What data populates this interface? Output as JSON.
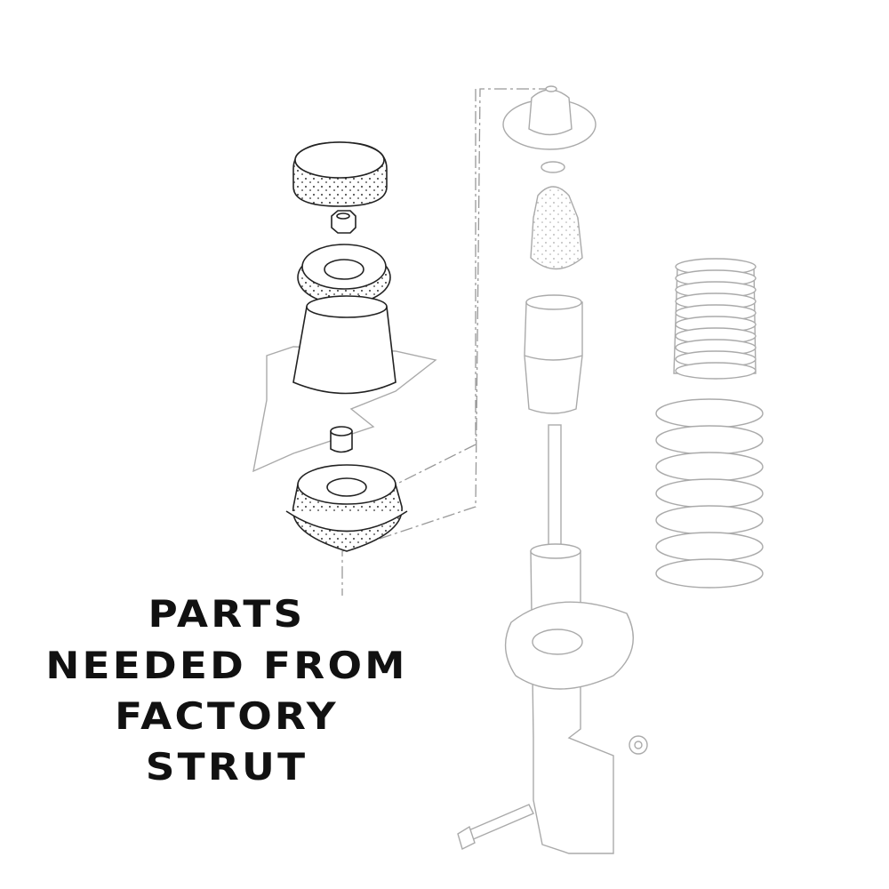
{
  "caption": {
    "lines": [
      "PARTS",
      "NEEDED FROM",
      "FACTORY",
      "STRUT"
    ]
  },
  "colors": {
    "highlighted_parts": "#222222",
    "other_parts": "#aaaaaa",
    "text": "#111111"
  }
}
